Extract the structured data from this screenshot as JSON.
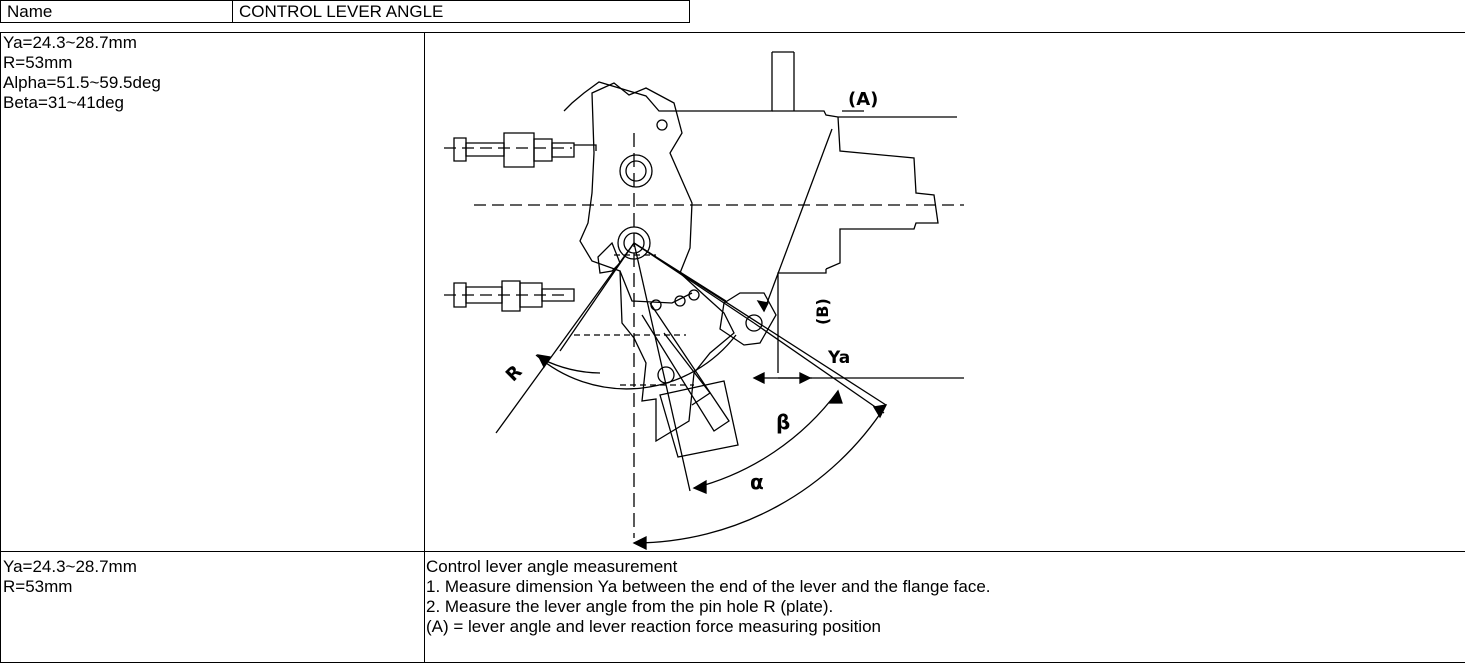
{
  "header": {
    "name_label": "Name",
    "title": "CONTROL LEVER ANGLE"
  },
  "specs_top": [
    "Ya=24.3~28.7mm",
    "R=53mm",
    "Alpha=51.5~59.5deg",
    "Beta=31~41deg"
  ],
  "figure": {
    "label_a": "(A)",
    "label_b": "(B)",
    "label_ya": "Ya",
    "label_r": "R",
    "label_beta": "β",
    "label_alpha": "α"
  },
  "specs_bottom": [
    "Ya=24.3~28.7mm",
    "R=53mm"
  ],
  "description": {
    "title": "Control lever angle measurement",
    "steps": [
      "1. Measure dimension Ya between the end of the lever and the flange face.",
      "2. Measure the lever angle from the pin hole R (plate).",
      "(A) = lever angle and lever reaction force measuring position"
    ]
  }
}
